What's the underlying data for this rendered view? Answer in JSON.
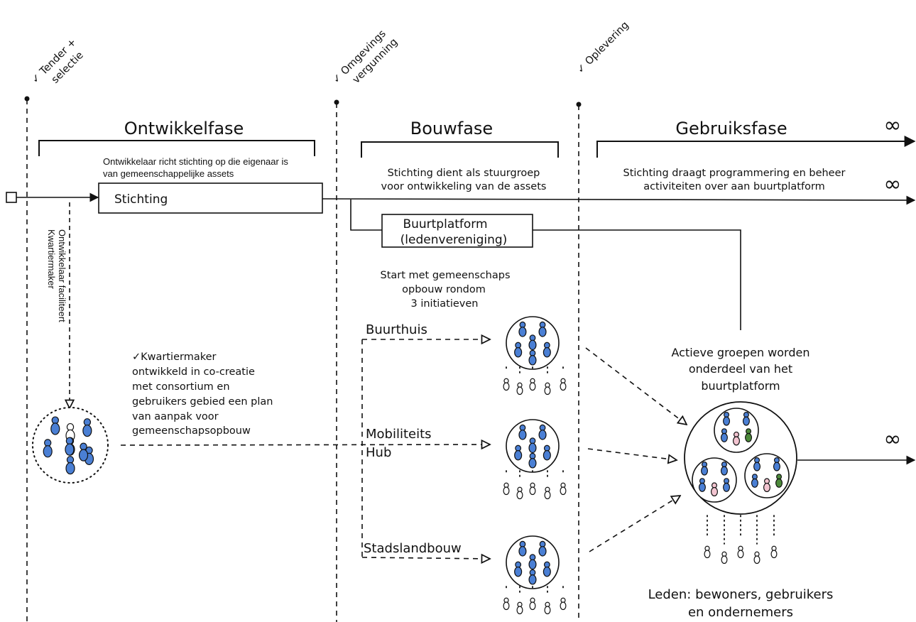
{
  "milestones": {
    "tender": [
      "✓ Tender +",
      "selectie"
    ],
    "vergunning": [
      "✓ Omgevings",
      "vergunning"
    ],
    "oplevering": [
      "✓ Oplevering"
    ]
  },
  "phases": {
    "ontwikkel": "Ontwikkelfase",
    "bouw": "Bouwfase",
    "gebruik": "Gebruiksfase"
  },
  "infinity": "∞",
  "descriptions": {
    "ontwikkel": [
      "Ontwikkelaar richt stichting op die eigenaar is",
      "van gemeenschappelijke assets"
    ],
    "bouw": [
      "Stichting dient als stuurgroep",
      "voor ontwikkeling van de assets"
    ],
    "gebruik": [
      "Stichting draagt programmering en beheer",
      "activiteiten over aan buurtplatform"
    ]
  },
  "boxes": {
    "stichting": "Stichting",
    "buurtplatform": [
      "Buurtplatform",
      "(ledenvereniging)"
    ]
  },
  "vertical_label": [
    "Ontwikkelaar faciliteert",
    "Kwartiermaker"
  ],
  "kwartiermaker_text": [
    "✓Kwartiermaker",
    "ontwikkeld in co-creatie",
    "met consortium  en",
    "gebruikers gebied een plan",
    "van aanpak voor",
    "gemeenschapsopbouw"
  ],
  "start_text": [
    "Start met gemeenschaps",
    "opbouw rondom",
    "3 initiatieven"
  ],
  "initiatives": {
    "buurthuis": "Buurthuis",
    "mobiliteit": [
      "Mobiliteits",
      "Hub"
    ],
    "stadslandbouw": "Stadslandbouw"
  },
  "actieve_text": [
    "Actieve groepen worden",
    "onderdeel van het",
    "buurtplatform"
  ],
  "leden_text": [
    "Leden: bewoners, gebruikers",
    "en ondernemers"
  ],
  "colors": {
    "person_blue": "#4a7fd4",
    "person_green": "#4c8a3a",
    "person_pink": "#f2c4d0",
    "line": "#111111"
  }
}
